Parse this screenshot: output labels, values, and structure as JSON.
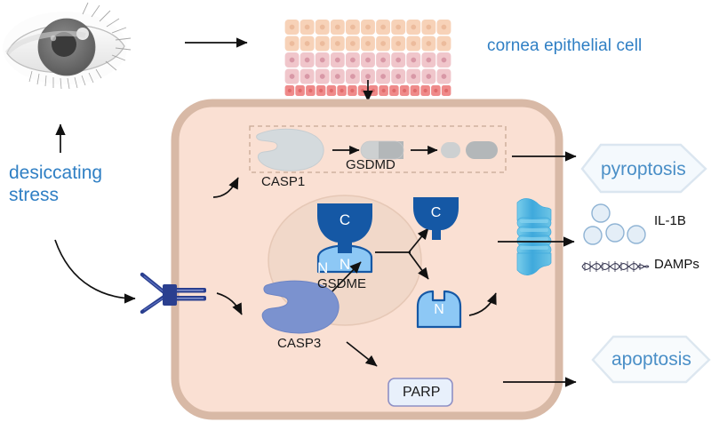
{
  "title": "Desiccating stress induced pyroptosis and apoptosis in cornea epithelial cells",
  "colors": {
    "label_blue": "#2f7fc4",
    "cell_fill": "#fae0d3",
    "cell_border": "#d8b9a6",
    "nucleus_fill": "#f0d6c7",
    "gsdme_c_dark": "#1558a5",
    "gsdme_n_light": "#8dc8f5",
    "casp3_blue": "#7b92cf",
    "casp1_gray": "#d4dadd",
    "gsdmd_light": "#cdd0d1",
    "gsdmd_dark": "#b3b7b9",
    "pore_blue": "#4fb3e0",
    "receptor_blue": "#2a3f8f",
    "parp_fill": "#e8f0fb",
    "parp_border": "#8e8fc4",
    "badge_stroke": "#dbe6f0",
    "badge_fill": "#f4f9fd",
    "epithelium_top": "#f7d2b8",
    "epithelium_mid": "#f0c2c6",
    "epithelium_bottom": "#ef8a8a",
    "arrow_black": "#111111"
  },
  "labels": {
    "desiccating_stress": "desiccating\nstress",
    "desiccating_line1": "desiccating",
    "desiccating_line2": "stress",
    "cornea_epithelial_cell": "cornea epithelial cell",
    "casp1": "CASP1",
    "gsdmd": "GSDMD",
    "gsdme": "GSDME",
    "casp3": "CASP3",
    "parp": "PARP",
    "pyroptosis": "pyroptosis",
    "apoptosis": "apoptosis",
    "il1b": "IL-1B",
    "damps": "DAMPs",
    "gsdme_c_domain": "C",
    "gsdme_n_domain": "N",
    "cleaved_c_domain": "C",
    "cleaved_n_domain": "N"
  },
  "icons": {
    "eye": "eye-illustration",
    "epithelium": "epithelial-tissue-icon",
    "receptor": "membrane-receptor-icon",
    "pore": "gsdmd-pore-icon",
    "il1b_molecules": "cytokine-circles-icon",
    "damps_helix": "dna-helix-icon",
    "casp1_shape": "casp1-protein-icon",
    "casp3_shape": "casp3-protein-icon",
    "gsdmd_full": "gsdmd-fulllength-icon",
    "gsdmd_frag_n": "gsdmd-n-fragment-icon",
    "gsdmd_frag_c": "gsdmd-c-fragment-icon"
  },
  "epithelium": {
    "rows": [
      {
        "name": "superficial",
        "cells": 11,
        "color": "#f7d2b8",
        "dot": "#ecbb9c"
      },
      {
        "name": "superficial-2",
        "cells": 11,
        "color": "#f7d2b8",
        "dot": "#ecbb9c"
      },
      {
        "name": "wing",
        "cells": 11,
        "color": "#f0c6cb",
        "dot": "#d898a6"
      },
      {
        "name": "wing-2",
        "cells": 11,
        "color": "#f0c6cb",
        "dot": "#d898a6"
      },
      {
        "name": "basal",
        "cells": 16,
        "color": "#ef8a8a",
        "dot": "#e06b6b"
      }
    ]
  },
  "arrows": [
    {
      "name": "eye-to-epithelium",
      "from": "eye",
      "to": "epithelium"
    },
    {
      "name": "stress-to-eye",
      "from": "desiccating-stress",
      "to": "eye"
    },
    {
      "name": "stress-to-receptor",
      "from": "desiccating-stress",
      "to": "receptor"
    },
    {
      "name": "epithelium-to-cell",
      "from": "epithelium",
      "to": "cell"
    },
    {
      "name": "receptor-to-casp1",
      "from": "receptor",
      "to": "casp1"
    },
    {
      "name": "receptor-to-casp3",
      "from": "receptor",
      "to": "casp3"
    },
    {
      "name": "casp1-to-gsdmd",
      "from": "casp1",
      "to": "gsdmd"
    },
    {
      "name": "gsdmd-to-fragments",
      "from": "gsdmd",
      "to": "gsdmd-fragments"
    },
    {
      "name": "gsdmd-to-pyroptosis",
      "from": "gsdmd-fragments",
      "to": "pyroptosis"
    },
    {
      "name": "casp3-to-gsdme",
      "from": "casp3",
      "to": "gsdme"
    },
    {
      "name": "gsdme-to-c-fragment",
      "from": "gsdme",
      "to": "cleaved-c"
    },
    {
      "name": "gsdme-to-n-fragment",
      "from": "gsdme",
      "to": "cleaved-n"
    },
    {
      "name": "n-fragment-to-pore",
      "from": "cleaved-n",
      "to": "pore"
    },
    {
      "name": "pore-to-release",
      "from": "pore",
      "to": "il1b-damps"
    },
    {
      "name": "casp3-to-parp",
      "from": "casp3",
      "to": "parp"
    },
    {
      "name": "parp-to-apoptosis",
      "from": "parp",
      "to": "apoptosis"
    }
  ]
}
